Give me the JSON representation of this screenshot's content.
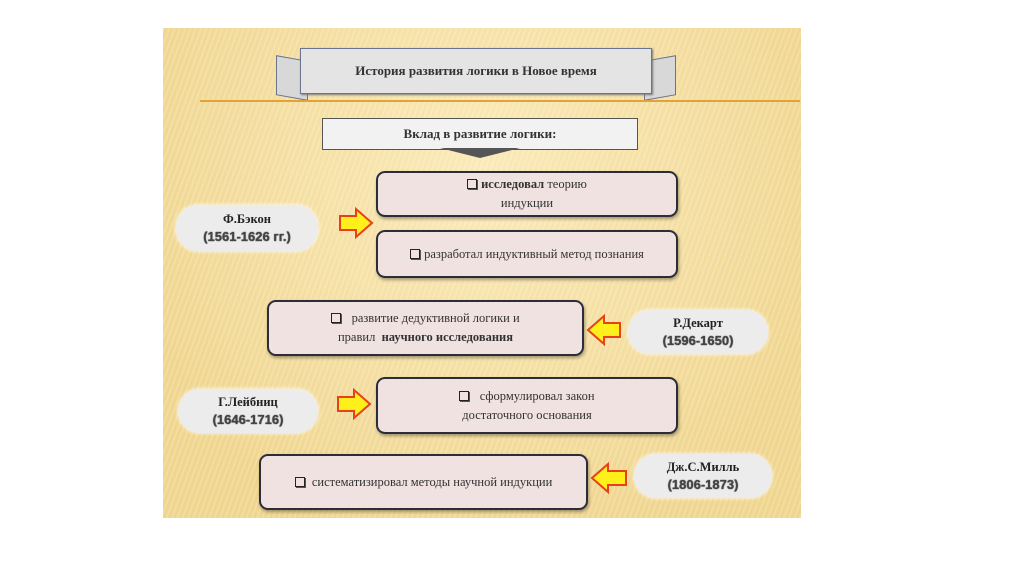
{
  "title": "История развития логики в Новое время",
  "subtitle": "Вклад в развитие логики:",
  "people": [
    {
      "name": "Ф.Бэкон",
      "years": "(1561-1626 гг.)"
    },
    {
      "name": "Р.Декарт",
      "years": "(1596-1650)"
    },
    {
      "name": "Г.Лейбниц",
      "years": "(1646-1716)"
    },
    {
      "name": "Дж.С.Милль",
      "years": "(1806-1873)"
    }
  ],
  "boxes": {
    "b1": {
      "bold": "исследовал",
      "rest": " теорию",
      "line2": "индукции"
    },
    "b2": {
      "text": "разработал индуктивный метод познания"
    },
    "b3": {
      "line1": "развитие дедуктивной логики и",
      "line2a": "правил ",
      "line2b": "научного исследования"
    },
    "b4": {
      "line1": "сформулировал закон",
      "line2": "достаточного основания"
    },
    "b5": {
      "text": "систематизировал методы научной индукции"
    }
  }
}
